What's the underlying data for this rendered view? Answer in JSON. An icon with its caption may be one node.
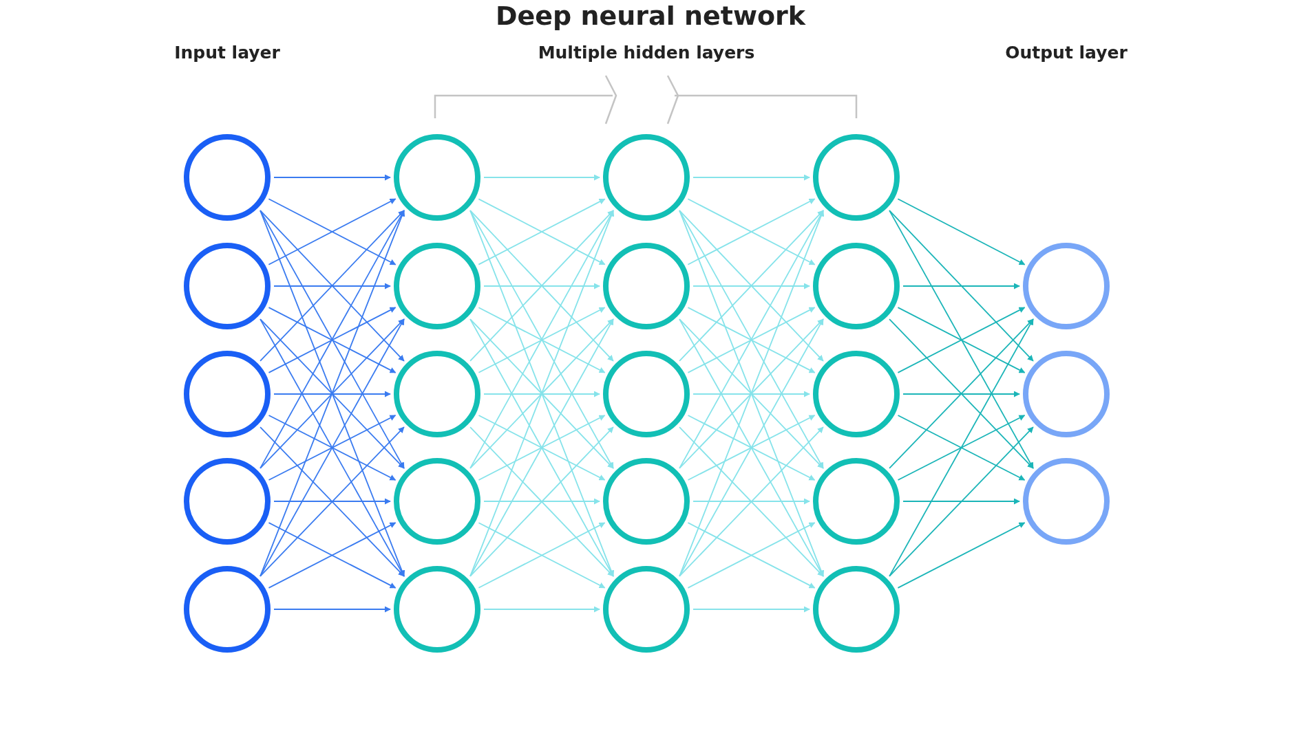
{
  "diagram": {
    "title": "Deep neural network",
    "nodes": [
      {
        "text": [],
        "shape": "circle"
      },
      {
        "text": [],
        "shape": "circle"
      },
      {
        "text": [],
        "shape": "circle"
      },
      {
        "text": [],
        "shape": "circle"
      },
      {
        "text": [],
        "shape": "circle"
      },
      {
        "text": [],
        "shape": "circle"
      },
      {
        "text": [],
        "shape": "circle"
      },
      {
        "text": [],
        "shape": "circle"
      },
      {
        "text": [],
        "shape": "circle"
      },
      {
        "text": [],
        "shape": "circle"
      },
      {
        "text": [],
        "shape": "circle"
      },
      {
        "text": [],
        "shape": "circle"
      },
      {
        "text": [],
        "shape": "circle"
      },
      {
        "text": [],
        "shape": "circle"
      },
      {
        "text": [],
        "shape": "circle"
      },
      {
        "text": [],
        "shape": "circle"
      },
      {
        "text": [],
        "shape": "circle"
      },
      {
        "text": [],
        "shape": "circle"
      },
      {
        "text": [],
        "shape": "circle"
      },
      {
        "text": [],
        "shape": "circle"
      },
      {
        "text": [],
        "shape": "circle"
      },
      {
        "text": [],
        "shape": "circle"
      },
      {
        "text": [],
        "shape": "circle"
      }
    ],
    "edges": [
      {
        "from": 0,
        "to": 5,
        "arrow": "to",
        "color": "#3a7bf0"
      },
      {
        "from": 0,
        "to": 6,
        "arrow": "to",
        "color": "#3a7bf0"
      },
      {
        "from": 0,
        "to": 7,
        "arrow": "to",
        "color": "#3a7bf0"
      },
      {
        "from": 0,
        "to": 8,
        "arrow": "to",
        "color": "#3a7bf0"
      },
      {
        "from": 0,
        "to": 9,
        "arrow": "to",
        "color": "#3a7bf0"
      },
      {
        "from": 1,
        "to": 5,
        "arrow": "to",
        "color": "#3a7bf0"
      },
      {
        "from": 1,
        "to": 6,
        "arrow": "to",
        "color": "#3a7bf0"
      },
      {
        "from": 1,
        "to": 7,
        "arrow": "to",
        "color": "#3a7bf0"
      },
      {
        "from": 1,
        "to": 8,
        "arrow": "to",
        "color": "#3a7bf0"
      },
      {
        "from": 1,
        "to": 9,
        "arrow": "to",
        "color": "#3a7bf0"
      },
      {
        "from": 2,
        "to": 5,
        "arrow": "to",
        "color": "#3a7bf0"
      },
      {
        "from": 2,
        "to": 6,
        "arrow": "to",
        "color": "#3a7bf0"
      },
      {
        "from": 2,
        "to": 7,
        "arrow": "to",
        "color": "#3a7bf0"
      },
      {
        "from": 2,
        "to": 8,
        "arrow": "to",
        "color": "#3a7bf0"
      },
      {
        "from": 2,
        "to": 9,
        "arrow": "to",
        "color": "#3a7bf0"
      },
      {
        "from": 3,
        "to": 5,
        "arrow": "to",
        "color": "#3a7bf0"
      },
      {
        "from": 3,
        "to": 6,
        "arrow": "to",
        "color": "#3a7bf0"
      },
      {
        "from": 3,
        "to": 7,
        "arrow": "to",
        "color": "#3a7bf0"
      },
      {
        "from": 3,
        "to": 8,
        "arrow": "to",
        "color": "#3a7bf0"
      },
      {
        "from": 3,
        "to": 9,
        "arrow": "to",
        "color": "#3a7bf0"
      },
      {
        "from": 4,
        "to": 5,
        "arrow": "to",
        "color": "#3a7bf0"
      },
      {
        "from": 4,
        "to": 6,
        "arrow": "to",
        "color": "#3a7bf0"
      },
      {
        "from": 4,
        "to": 7,
        "arrow": "to",
        "color": "#3a7bf0"
      },
      {
        "from": 4,
        "to": 8,
        "arrow": "to",
        "color": "#3a7bf0"
      },
      {
        "from": 4,
        "to": 9,
        "arrow": "to",
        "color": "#3a7bf0"
      },
      {
        "from": 5,
        "to": 10,
        "arrow": "to"
      },
      {
        "from": 5,
        "to": 11,
        "arrow": "to"
      },
      {
        "from": 5,
        "to": 12,
        "arrow": "to"
      },
      {
        "from": 5,
        "to": 13,
        "arrow": "to"
      },
      {
        "from": 5,
        "to": 14,
        "arrow": "to"
      },
      {
        "from": 6,
        "to": 10,
        "arrow": "to"
      },
      {
        "from": 6,
        "to": 11,
        "arrow": "to"
      },
      {
        "from": 6,
        "to": 12,
        "arrow": "to"
      },
      {
        "from": 6,
        "to": 13,
        "arrow": "to"
      },
      {
        "from": 6,
        "to": 14,
        "arrow": "to"
      },
      {
        "from": 7,
        "to": 10,
        "arrow": "to"
      },
      {
        "from": 7,
        "to": 11,
        "arrow": "to"
      },
      {
        "from": 7,
        "to": 12,
        "arrow": "to"
      },
      {
        "from": 7,
        "to": 13,
        "arrow": "to"
      },
      {
        "from": 7,
        "to": 14,
        "arrow": "to"
      },
      {
        "from": 8,
        "to": 10,
        "arrow": "to"
      },
      {
        "from": 8,
        "to": 11,
        "arrow": "to"
      },
      {
        "from": 8,
        "to": 12,
        "arrow": "to"
      },
      {
        "from": 8,
        "to": 13,
        "arrow": "to"
      },
      {
        "from": 8,
        "to": 14,
        "arrow": "to"
      },
      {
        "from": 9,
        "to": 10,
        "arrow": "to"
      },
      {
        "from": 9,
        "to": 11,
        "arrow": "to"
      },
      {
        "from": 9,
        "to": 12,
        "arrow": "to"
      },
      {
        "from": 9,
        "to": 13,
        "arrow": "to"
      },
      {
        "from": 9,
        "to": 14,
        "arrow": "to"
      },
      {
        "from": 10,
        "to": 15,
        "arrow": "to"
      },
      {
        "from": 10,
        "to": 16,
        "arrow": "to"
      },
      {
        "from": 10,
        "to": 17,
        "arrow": "to"
      },
      {
        "from": 10,
        "to": 18,
        "arrow": "to"
      },
      {
        "from": 10,
        "to": 19,
        "arrow": "to"
      },
      {
        "from": 11,
        "to": 15,
        "arrow": "to"
      },
      {
        "from": 11,
        "to": 16,
        "arrow": "to"
      },
      {
        "from": 11,
        "to": 17,
        "arrow": "to"
      },
      {
        "from": 11,
        "to": 18,
        "arrow": "to"
      },
      {
        "from": 11,
        "to": 19,
        "arrow": "to"
      },
      {
        "from": 12,
        "to": 15,
        "arrow": "to"
      },
      {
        "from": 12,
        "to": 16,
        "arrow": "to"
      },
      {
        "from": 12,
        "to": 17,
        "arrow": "to"
      },
      {
        "from": 12,
        "to": 18,
        "arrow": "to"
      },
      {
        "from": 12,
        "to": 19,
        "arrow": "to"
      },
      {
        "from": 13,
        "to": 15,
        "arrow": "to"
      },
      {
        "from": 13,
        "to": 16,
        "arrow": "to"
      },
      {
        "from": 13,
        "to": 17,
        "arrow": "to"
      },
      {
        "from": 13,
        "to": 18,
        "arrow": "to"
      },
      {
        "from": 13,
        "to": 19,
        "arrow": "to"
      },
      {
        "from": 14,
        "to": 15,
        "arrow": "to"
      },
      {
        "from": 14,
        "to": 16,
        "arrow": "to"
      },
      {
        "from": 14,
        "to": 17,
        "arrow": "to"
      },
      {
        "from": 14,
        "to": 18,
        "arrow": "to"
      },
      {
        "from": 14,
        "to": 19,
        "arrow": "to"
      },
      {
        "from": 15,
        "to": 20,
        "arrow": "to",
        "color": "#1bb5b8"
      },
      {
        "from": 15,
        "to": 21,
        "arrow": "to",
        "color": "#1bb5b8"
      },
      {
        "from": 15,
        "to": 22,
        "arrow": "to",
        "color": "#1bb5b8"
      },
      {
        "from": 16,
        "to": 20,
        "arrow": "to",
        "color": "#1bb5b8"
      },
      {
        "from": 16,
        "to": 21,
        "arrow": "to",
        "color": "#1bb5b8"
      },
      {
        "from": 16,
        "to": 22,
        "arrow": "to",
        "color": "#1bb5b8"
      },
      {
        "from": 17,
        "to": 20,
        "arrow": "to",
        "color": "#1bb5b8"
      },
      {
        "from": 17,
        "to": 21,
        "arrow": "to",
        "color": "#1bb5b8"
      },
      {
        "from": 17,
        "to": 22,
        "arrow": "to",
        "color": "#1bb5b8"
      },
      {
        "from": 18,
        "to": 20,
        "arrow": "to",
        "color": "#1bb5b8"
      },
      {
        "from": 18,
        "to": 21,
        "arrow": "to",
        "color": "#1bb5b8"
      },
      {
        "from": 18,
        "to": 22,
        "arrow": "to",
        "color": "#1bb5b8"
      },
      {
        "from": 19,
        "to": 20,
        "arrow": "to",
        "color": "#1bb5b8"
      },
      {
        "from": 19,
        "to": 21,
        "arrow": "to",
        "color": "#1bb5b8"
      },
      {
        "from": 19,
        "to": 22,
        "arrow": "to",
        "color": "#1bb5b8"
      }
    ],
    "labels": [
      "Input layer",
      "Multiple hidden layers",
      "Output layer"
    ]
  }
}
